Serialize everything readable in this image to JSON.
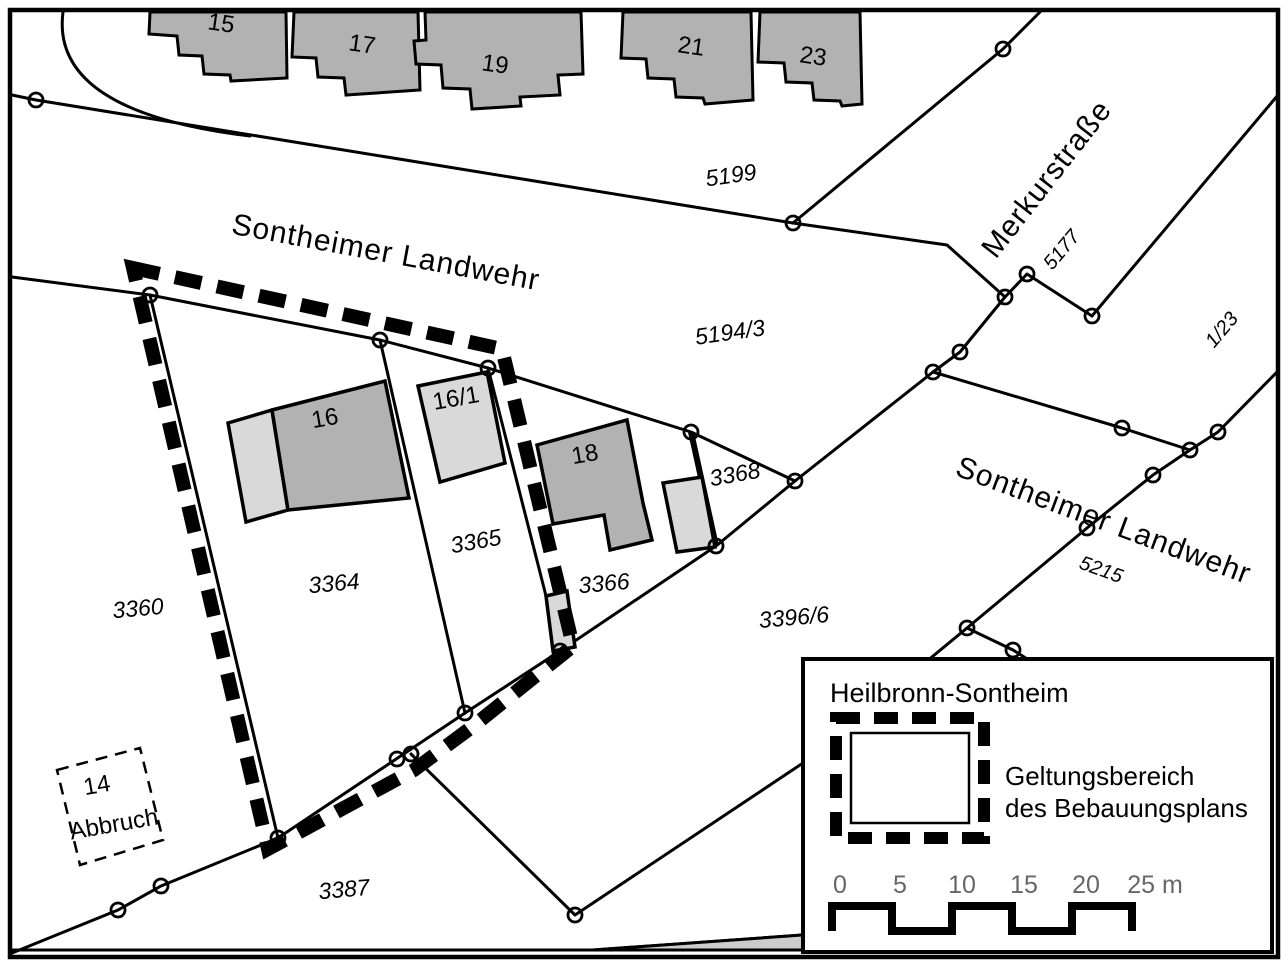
{
  "map": {
    "streets": {
      "sontheimer_landwehr_top": "Sontheimer Landwehr",
      "sontheimer_landwehr_right": "Sontheimer Landwehr",
      "merkurstrasse": "Merkurstraße"
    },
    "parcels": {
      "p5199": "5199",
      "p5194_3": "5194/3",
      "p5177": "5177",
      "p1_23": "1/23",
      "p3368": "3368",
      "p3365": "3365",
      "p3364": "3364",
      "p3360": "3360",
      "p3366": "3366",
      "p3396_6": "3396/6",
      "p5215": "5215",
      "p3387": "3387"
    },
    "buildings": {
      "b15": "15",
      "b17": "17",
      "b19": "19",
      "b21": "21",
      "b23": "23",
      "b16": "16",
      "b16_1": "16/1",
      "b18": "18",
      "b14": "14",
      "b14_note": "Abbruch"
    },
    "legend": {
      "title": "Heilbronn-Sontheim",
      "symbol_label_line1": "Geltungsbereich",
      "symbol_label_line2": "des Bebauungsplans"
    },
    "scale": {
      "ticks": [
        "0",
        "5",
        "10",
        "15",
        "20",
        "25 m"
      ]
    },
    "colors": {
      "building_dark": "#b2b2b2",
      "building_light": "#d9d9d9",
      "ground_sliver": "#cccccc",
      "line": "#000000",
      "scale_text": "#666666",
      "background": "#ffffff"
    }
  }
}
